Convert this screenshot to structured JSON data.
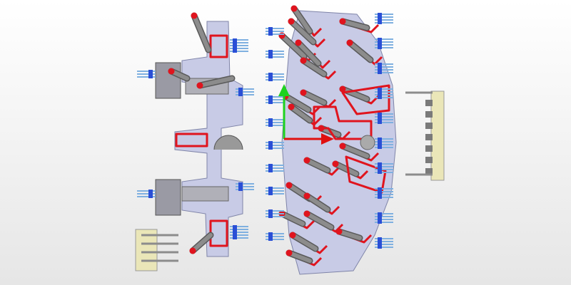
{
  "viewport": {
    "background_top": "#ffffff",
    "background_bottom": "#e6e6e6"
  },
  "colors": {
    "plate": "#c8cbe6",
    "plate_edge": "#7f84a8",
    "cooling_channel": "#e0141e",
    "pin": "#8c8c8c",
    "pin_dark": "#5a5a5a",
    "fitting_blue": "#2a4fd6",
    "fitting_light": "#7fb0e0",
    "connector_cream": "#eae6b8",
    "axis_y": "#1ed21e",
    "axis_x": "#e01010"
  },
  "parts": {
    "left_assembly": "left-assembly",
    "center_assembly": "center-assembly",
    "right_connector": "right-connector",
    "bottom_left_connector": "bottom-left-connector",
    "axis_triad": "axis-triad"
  }
}
